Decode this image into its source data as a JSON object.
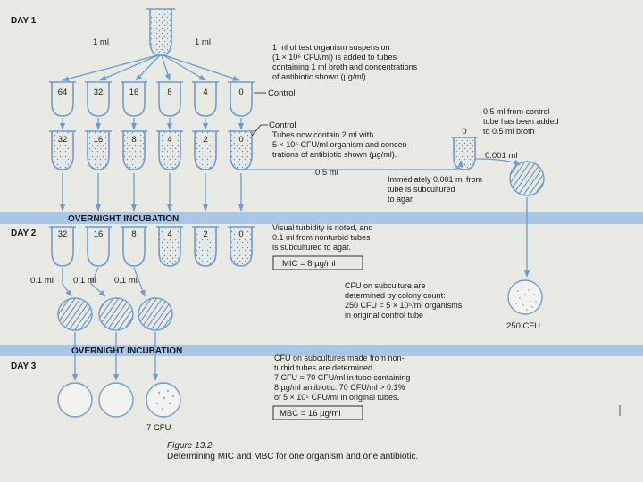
{
  "days": {
    "day1": "DAY 1",
    "day2": "DAY 2",
    "day3": "DAY 3"
  },
  "incubation_label": "OVERNIGHT INCUBATION",
  "top_labels": {
    "left_ml": "1 ml",
    "right_ml": "1 ml"
  },
  "row1": {
    "concentrations": [
      "64",
      "32",
      "16",
      "8",
      "4",
      "0"
    ],
    "control_label": "Control"
  },
  "row2": {
    "concentrations": [
      "32",
      "16",
      "8",
      "4",
      "2",
      "0"
    ],
    "control_label": "Control"
  },
  "day2_tubes": [
    "32",
    "16",
    "8",
    "4",
    "2",
    "0"
  ],
  "control_transfer": {
    "tube_label": "0",
    "transfer_ml": "0.5 ml",
    "subculture_ml": "0.001 ml",
    "result": "250 CFU"
  },
  "subculture_labels": [
    "0.1 ml",
    "0.1 ml",
    "0.1 ml"
  ],
  "day3": {
    "result": "7 CFU"
  },
  "notes": {
    "note1": [
      "1 ml of test organism suspension",
      "(1 × 10⁶ CFU/ml) is added to tubes",
      "containing 1 ml broth and concentrations",
      "of antibiotic shown (µg/ml)."
    ],
    "note2": [
      "Tubes now contain 2 ml with",
      "5 × 10⁵ CFU/ml organism and concen-",
      "trations of antibiotic shown (µg/ml)."
    ],
    "note3": [
      "0.5 ml from control",
      "tube has been added",
      "to 0.5 ml broth"
    ],
    "note4": [
      "Immediately 0.001 ml from",
      "tube is subcultured",
      "to agar."
    ],
    "note5": [
      "Visual turbidity is noted, and",
      "0.1 ml from nonturbid tubes",
      "is subcultured to agar."
    ],
    "note6": [
      "CFU on subculture are",
      "determined by colony count:",
      "250 CFU = 5 × 10⁵/ml organisms",
      "in original control tube"
    ],
    "note7": [
      "CFU on subcultures made from non-",
      "turbid tubes are determined.",
      "7 CFU = 70 CFU/ml in tube containing",
      "8 µg/ml antibiotic. 70 CFU/ml > 0.1%",
      "of 5 × 10⁵ CFU/ml in original tubes."
    ]
  },
  "mic_box": "MIC = 8 µg/ml",
  "mbc_box": "MBC = 16 µg/ml",
  "figure_number": "Figure 13.2",
  "caption": "Determining MIC and MBC for one organism and one antibiotic.",
  "colors": {
    "blue": "#6d9cd0",
    "band": "#a9c6e6",
    "ink": "#1a1a1a",
    "paper": "#e9e9e4"
  }
}
